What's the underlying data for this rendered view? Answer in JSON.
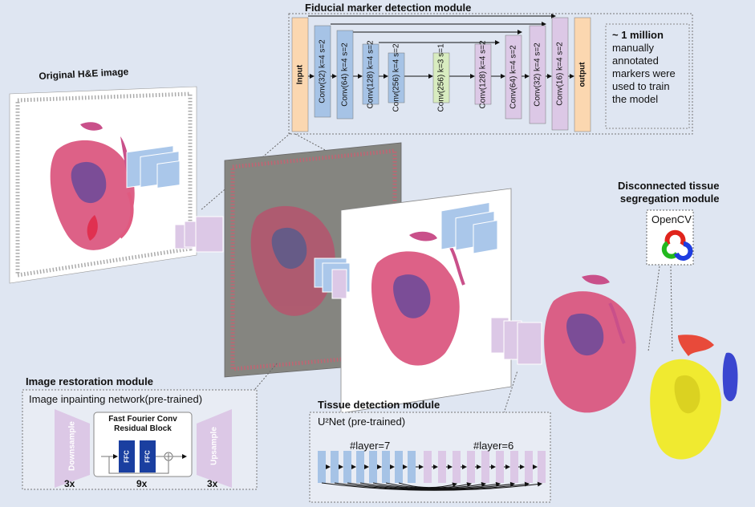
{
  "title_fiducial": "Fiducial marker detection module",
  "label_original": "Original H&E image",
  "fiducial_layers": [
    {
      "label": "Input",
      "color": "#fbd7b0"
    },
    {
      "label": "Conv(32) k=4 s=2",
      "color": "#a6c3e6"
    },
    {
      "label": "Conv(64) k=4 s=2",
      "color": "#a6c3e6"
    },
    {
      "label": "Conv(128) k=4 s=2",
      "color": "#a6c3e6"
    },
    {
      "label": "Conv(256) k=4 s=2",
      "color": "#a6c3e6"
    },
    {
      "label": "Conv(256) k=3 s=1",
      "color": "#d8ecc0"
    },
    {
      "label": "Conv(128) k=4 s=2",
      "color": "#dcc8e6"
    },
    {
      "label": "Conv(64) k=4 s=2",
      "color": "#dcc8e6"
    },
    {
      "label": "Conv(32) k=4 s=2",
      "color": "#dcc8e6"
    },
    {
      "label": "Conv(16) k=4 s=2",
      "color": "#dcc8e6"
    },
    {
      "label": "output",
      "color": "#fbd7b0"
    }
  ],
  "annotation": {
    "line1": "~ 1 million",
    "line2": "manually",
    "line3": "annotated",
    "line4": "markers were",
    "line5": "used to train",
    "line6": "the model"
  },
  "segregation": {
    "title_line1": "Disconnected tissue",
    "title_line2": "segregation module",
    "opencv_label": "OpenCV"
  },
  "restoration": {
    "title": "Image restoration module",
    "subtitle": "Image inpainting network(pre-trained)",
    "downsample": "Downsample",
    "upsample": "Upsample",
    "ffc_title_line1": "Fast Fourier Conv",
    "ffc_title_line2": "Residual Block",
    "ffc_label": "FFC",
    "count_down": "3x",
    "count_ffc": "9x",
    "count_up": "3x"
  },
  "tissue_detection": {
    "title": "Tissue detection module",
    "subtitle": "U²Net (pre-trained)",
    "layer_left": "#layer=7",
    "layer_right": "#layer=6"
  },
  "colors": {
    "background": "#dfe6f2",
    "encoder_blue": "#a6c3e6",
    "decoder_purple": "#dcc8e6",
    "io_orange": "#fbd7b0",
    "bottleneck_green": "#d8ecc0",
    "ffc_blue": "#1a3fa0",
    "tissue_pink": "#d9507a",
    "tissue_purple": "#6a4a9a",
    "seg_yellow": "#f0ea30",
    "seg_red": "#e84a3a",
    "seg_blue": "#3a46d0"
  }
}
